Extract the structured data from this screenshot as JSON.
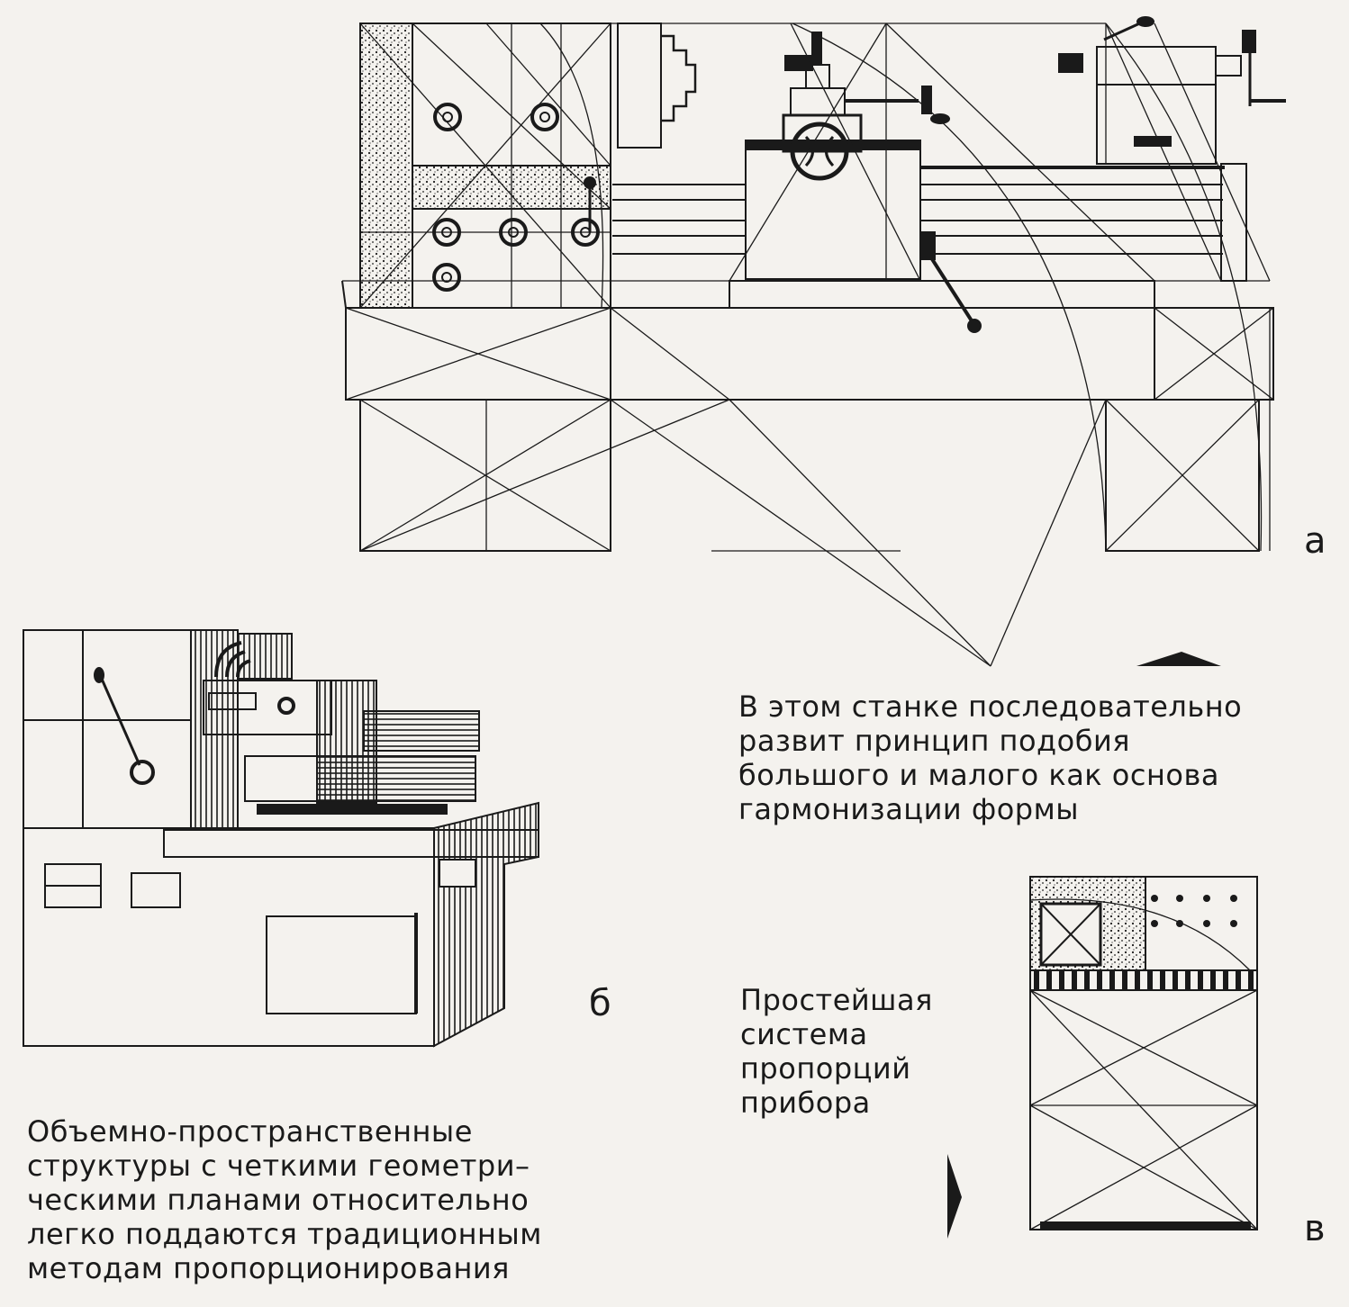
{
  "captions": {
    "lathe": "В этом станке последовательно\nразвит принцип подобия\nбольшого и малого как основа\nгармонизации формы",
    "volumes": "Объемно-пространственные\nструктуры с четкими геометри–\nческими планами относительно\nлегко поддаются традиционным\nметодам пропорционирования",
    "device": "Простейшая\nсистема\nпропорций\nприбора"
  },
  "labels": {
    "a": "а",
    "b": "б",
    "c": "в"
  },
  "colors": {
    "ink": "#1a1a1a",
    "paper": "#f4f2ee"
  },
  "icons": {
    "arrow_up": "triangle-up-icon",
    "arrow_right": "triangle-right-icon"
  }
}
